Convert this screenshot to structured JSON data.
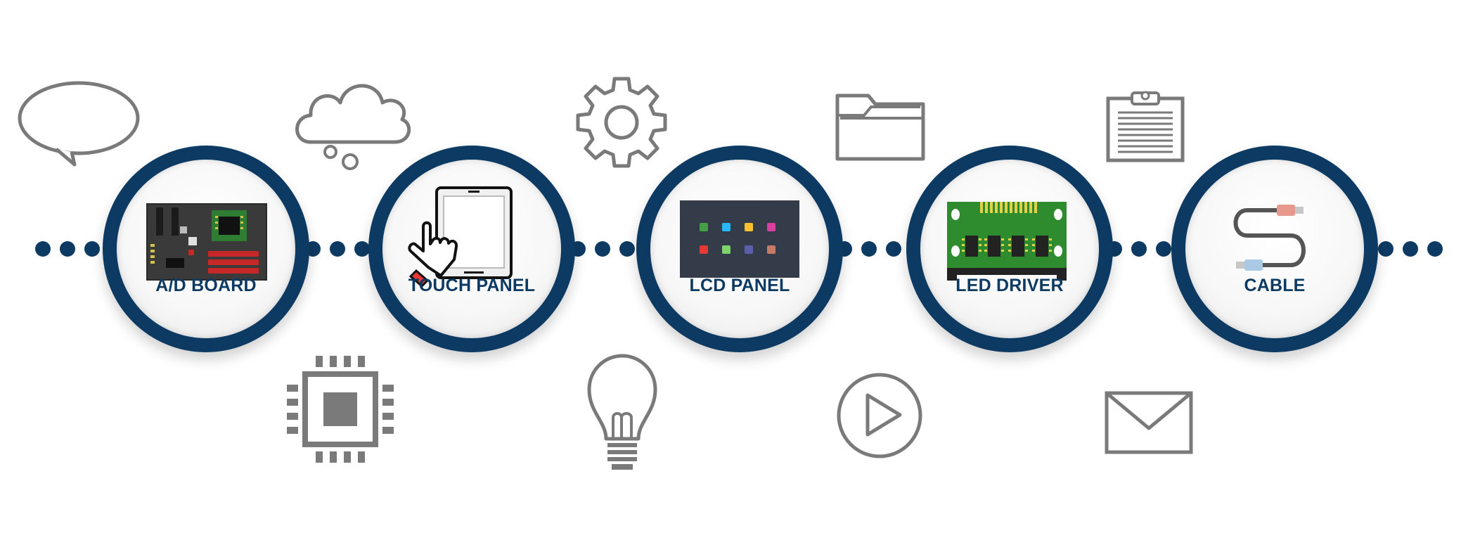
{
  "steps": [
    {
      "id": "ad-board",
      "label": "A/D BOARD"
    },
    {
      "id": "touch-panel",
      "label": "TOUCH PANEL"
    },
    {
      "id": "lcd-panel",
      "label": "LCD PANEL"
    },
    {
      "id": "led-driver",
      "label": "LED DRIVER"
    },
    {
      "id": "cable",
      "label": "CABLE"
    }
  ],
  "colors": {
    "ring": "#0d3a63",
    "icon_outline": "#7a7a7a",
    "label": "#0d3a63"
  },
  "decorative_icons": [
    "speech-bubble-icon",
    "cloud-thought-icon",
    "gear-icon",
    "folder-icon",
    "clipboard-icon",
    "microchip-icon",
    "lightbulb-icon",
    "play-icon",
    "envelope-icon"
  ]
}
